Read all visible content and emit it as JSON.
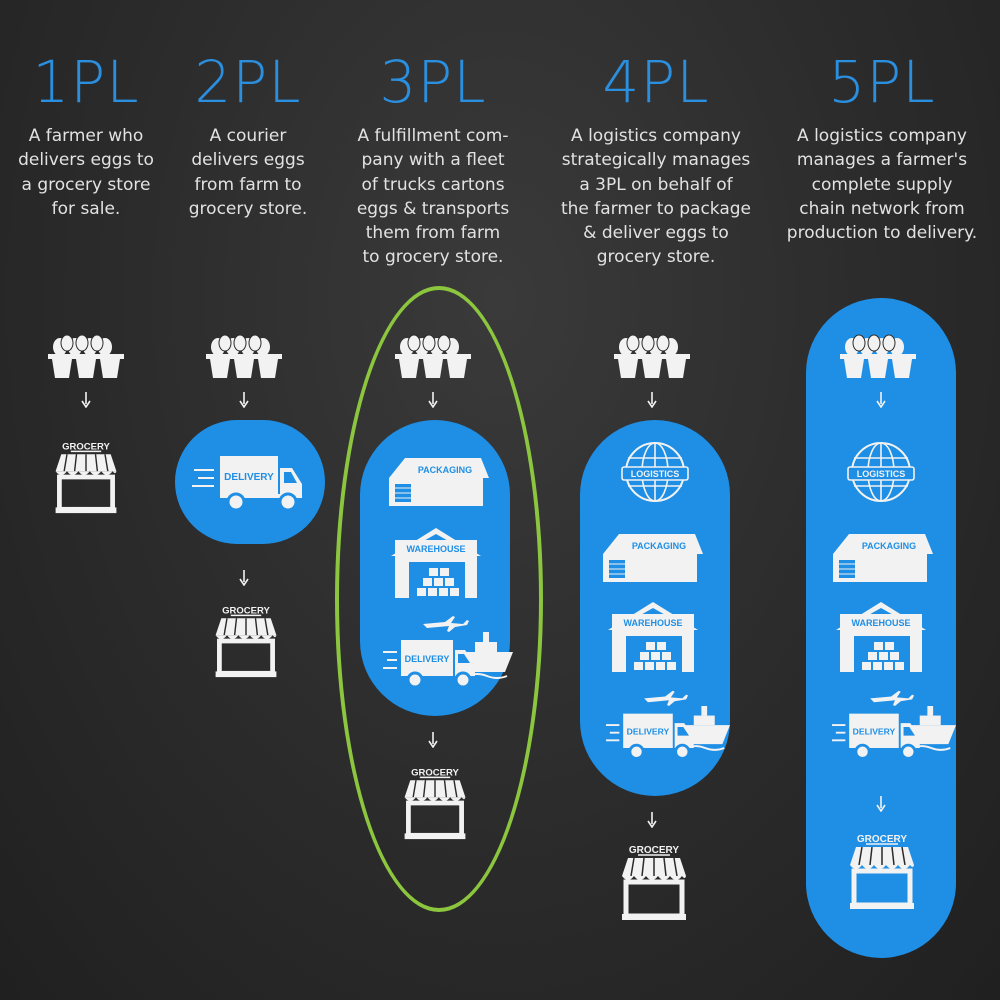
{
  "colors": {
    "accent": "#2b8fe0",
    "pill": "#1f8fe6",
    "highlight": "#8cc63f",
    "text": "#e2e2e2",
    "icon": "#f2f2f2"
  },
  "columns": [
    {
      "title": "1PL",
      "lines": [
        "A farmer who",
        "delivers eggs to",
        "a grocery store",
        "for sale."
      ],
      "flow": [
        "eggs",
        "grocery"
      ]
    },
    {
      "title": "2PL",
      "lines": [
        "A courier",
        "delivers eggs",
        "from farm to",
        "grocery store."
      ],
      "flow": [
        "eggs",
        "delivery",
        "grocery"
      ]
    },
    {
      "title": "3PL",
      "lines": [
        "A fulfillment com-",
        "pany with a fleet",
        "of trucks cartons",
        "eggs & transports",
        "them from farm",
        "to grocery store."
      ],
      "flow": [
        "eggs",
        "packaging",
        "warehouse",
        "delivery",
        "grocery"
      ],
      "highlighted": true
    },
    {
      "title": "4PL",
      "lines": [
        "A logistics company",
        "strategically manages",
        "a 3PL on behalf of",
        "the farmer to package",
        "& deliver eggs to",
        "grocery store."
      ],
      "flow": [
        "eggs",
        "logistics",
        "packaging",
        "warehouse",
        "delivery",
        "grocery"
      ]
    },
    {
      "title": "5PL",
      "lines": [
        "A logistics company",
        "manages a farmer's",
        "complete supply",
        "chain network from",
        "production to delivery."
      ],
      "flow": [
        "eggs",
        "logistics",
        "packaging",
        "warehouse",
        "delivery",
        "grocery"
      ]
    }
  ],
  "icon_labels": {
    "grocery": "GROCERY",
    "delivery": "DELIVERY",
    "packaging": "PACKAGING",
    "warehouse": "WAREHOUSE",
    "logistics": "LOGISTICS"
  },
  "icons": {
    "eggs": "egg-carton-icon",
    "grocery": "grocery-store-icon",
    "delivery": "delivery-truck-icon",
    "packaging": "packaging-building-icon",
    "warehouse": "warehouse-icon",
    "logistics": "globe-icon",
    "arrow": "arrow-down-icon",
    "airplane": "airplane-icon",
    "ship": "ship-icon"
  }
}
